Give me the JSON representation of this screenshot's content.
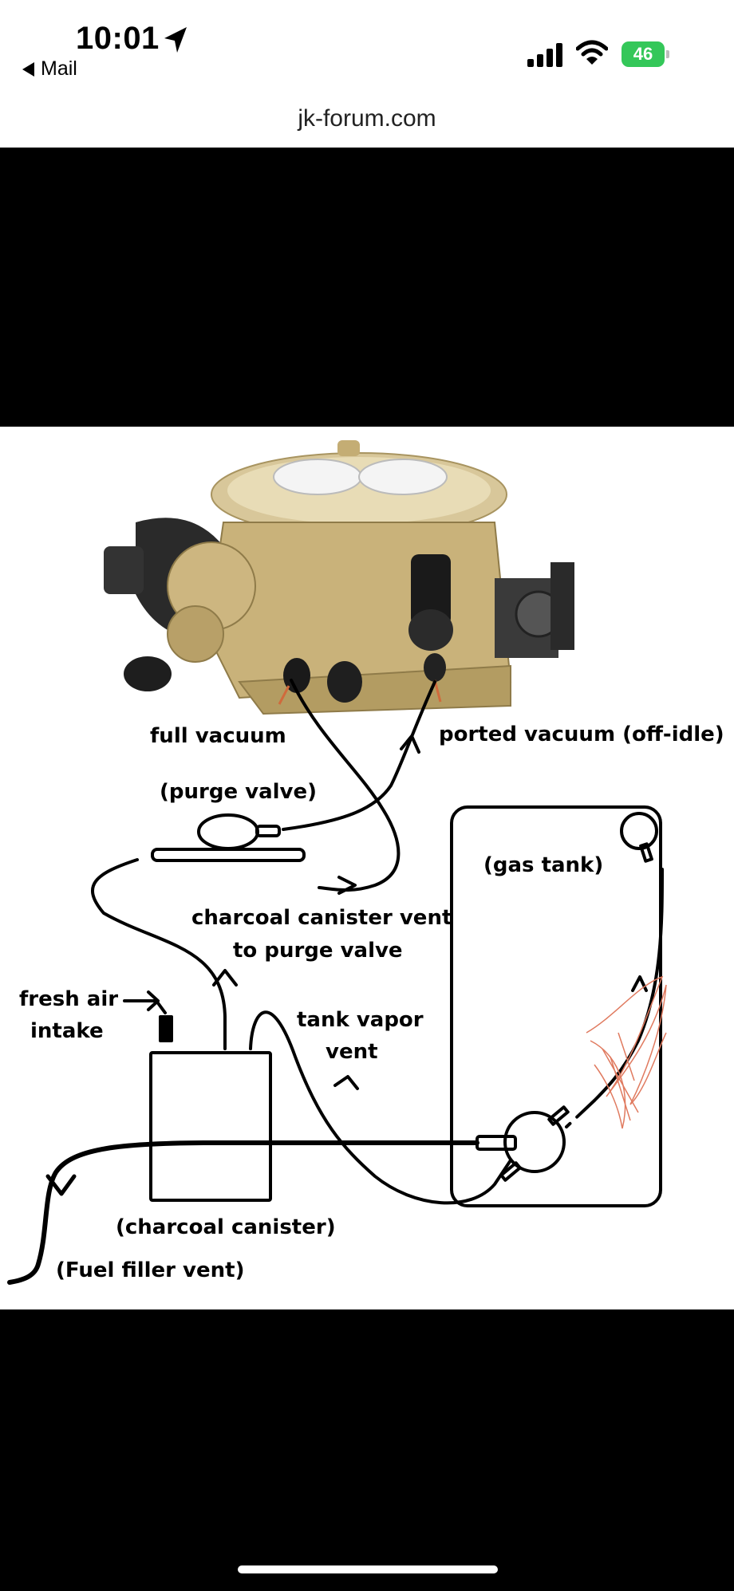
{
  "status_bar": {
    "time": "10:01",
    "back_app": "Mail",
    "battery_level": "46"
  },
  "browser": {
    "url": "jk-forum.com"
  },
  "diagram": {
    "labels": {
      "full_vacuum": "full vacuum",
      "ported_vacuum": "ported vacuum (off-idle)",
      "purge_valve": "(purge valve)",
      "gas_tank": "(gas tank)",
      "canister_vent_line1": "charcoal canister vent",
      "canister_vent_line2": "to purge valve",
      "fresh_air_line1": "fresh air",
      "fresh_air_line2": "intake",
      "tank_vapor_line1": "tank vapor",
      "tank_vapor_line2": "vent",
      "charcoal_canister": "(charcoal canister)",
      "fuel_filler_vent": "(Fuel filler vent)"
    },
    "colors": {
      "throttle_body_gold": "#c9b27a",
      "annotation_red": "#e07a5f",
      "line": "#000000"
    }
  }
}
